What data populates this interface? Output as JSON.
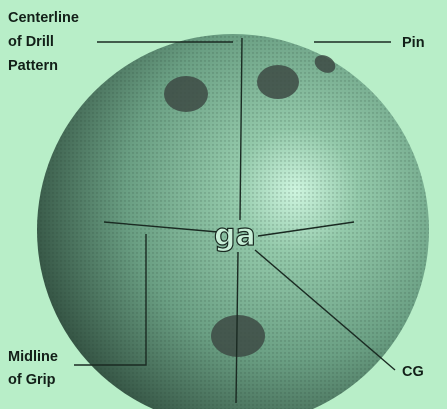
{
  "labels": {
    "centerline": [
      "Centerline",
      "of Drill",
      "Pattern"
    ],
    "pin": "Pin",
    "midline": [
      "Midline",
      "of Grip"
    ],
    "cg": "CG"
  },
  "logo_text": "ga",
  "colors": {
    "background": "#b8eec8",
    "ball_highlight": "#c9f3dc",
    "ball_mid": "#6fa88a",
    "ball_edge": "#2f4c3d",
    "lines": "#1a2a22",
    "holes": "#3d4a44"
  }
}
